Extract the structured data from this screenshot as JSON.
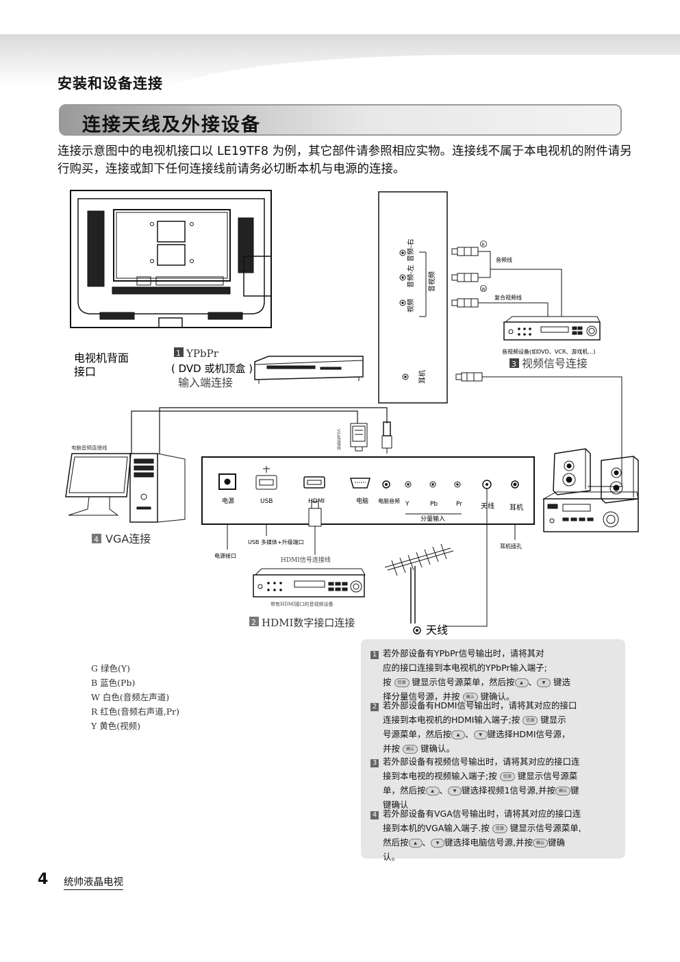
{
  "header": {
    "section": "安装和设备连接",
    "title": "连接天线及外接设备"
  },
  "intro": "连接示意图中的电视机接口以 LE19TF8 为例，其它部件请参照相应实物。连接线不属于本电视机的附件请另行购买，连接或卸下任何连接线前请务必切断本机与电源的连接。",
  "diagram": {
    "tv_back_label_1": "电视机背面",
    "tv_back_label_2": "接口",
    "ypbpr_num": "1",
    "ypbpr_1": "YPbPr",
    "ypbpr_2": "( DVD 或机顶盒 )",
    "ypbpr_3": "输入端连接",
    "side_audio_r": "音频-右",
    "side_audio_l": "音频-左",
    "side_av": "音视频",
    "side_video": "视频",
    "side_earphone": "耳机",
    "r_mark": "R",
    "w_mark": "W",
    "audio_cable": "音频线",
    "composite_cable": "复合视频线",
    "av_device": "音视频设备(如DVD、VCR、游戏机…)",
    "video_num": "3",
    "video_conn": "视频信号连接",
    "pc_audio_cable": "电脑音频连接线",
    "vga_cable": "VGA连接线",
    "vga_num": "4",
    "vga_conn": "VGA连接",
    "ports": {
      "power": "电源",
      "usb": "USB",
      "hdmi": "HDMI",
      "pc": "电脑",
      "pc_audio": "电脑音频",
      "y": "Y",
      "pb": "Pb",
      "pr": "Pr",
      "component": "分量输入",
      "antenna": "天线",
      "earphone": "耳机"
    },
    "power_port": "电源接口",
    "usb_port": "USB 多媒体+升级端口",
    "hdmi_cable": "HDMI信号连接线",
    "hdmi_device": "带有HDMI接口的音视频设备",
    "hdmi_num": "2",
    "hdmi_conn": "HDMI数字接口连接",
    "earphone_jack": "耳机插孔",
    "antenna": "天线"
  },
  "legend": [
    "G 绿色(Y)",
    "B 蓝色(Pb)",
    "W 白色(音频左声道)",
    "R 红色(音频右声道,Pr)",
    "Y 黄色(视频)"
  ],
  "buttons": {
    "source": "信源",
    "up": "▲",
    "down": "▼",
    "ok": "确认"
  },
  "notes": {
    "n1": {
      "num": "1",
      "l1": "若外部设备有YPbPr信号输出时，请将其对",
      "l2": "应的接口连接到本电视机的YPbPr输入端子;",
      "l3a": "按",
      "l3b": "键显示信号源菜单，然后按",
      "l3c": "、",
      "l3d": "键选",
      "l4a": "择分量信号源，并按",
      "l4b": "键确认。"
    },
    "n2": {
      "num": "2",
      "l1": "若外部设备有HDMI信号输出时，请将其对应的接口",
      "l2a": "连接到本电视机的HDMI输入端子;按",
      "l2b": "键显示",
      "l3a": "号源菜单，然后按",
      "l3b": "、",
      "l3c": "键选择HDMI信号源，",
      "l4a": "并按",
      "l4b": "键确认。"
    },
    "n3": {
      "num": "3",
      "l1": "若外部设备有视频信号输出时，请将其对应的接口连",
      "l2a": "接到本电视的视频输入端子;按",
      "l2b": "键显示信号源菜",
      "l3a": "单，然后按",
      "l3b": "、",
      "l3c": "键选择视频1信号源,并按",
      "l3d": "键",
      "l4": "键确认"
    },
    "n4": {
      "num": "4",
      "l1": "若外部设备有VGA信号输出时，请将其对应的接口连",
      "l2a": "接到本机的VGA输入端子.按",
      "l2b": "键显示信号源菜单,",
      "l3a": "然后按",
      "l3b": "、",
      "l3c": "键选择电脑信号源,并按",
      "l3d": "键确",
      "l4": "认。"
    }
  },
  "footer": {
    "page": "4",
    "brand": "统帅液晶电视"
  }
}
